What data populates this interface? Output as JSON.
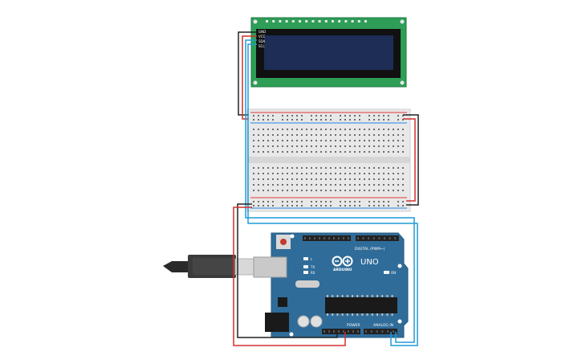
{
  "lcd": {
    "pin_labels": [
      "GND",
      "VCC",
      "SDA",
      "SCL"
    ],
    "board_color": "#2e9e57",
    "screen_color": "#1d2d55"
  },
  "arduino": {
    "logo_text": "ARDUINO",
    "model": "UNO",
    "digital_label": "DIGITAL (PWM~)",
    "power_label": "POWER",
    "analog_label": "ANALOG IN",
    "on_label": "ON",
    "tx_label": "TX",
    "rx_label": "RX",
    "l_label": "L",
    "board_color": "#2f6c99"
  },
  "breadboard": {
    "board_color": "#e8e8e8"
  },
  "wires": {
    "red": "#d32f2f",
    "black": "#222222",
    "blue": "#1e9bd7"
  }
}
